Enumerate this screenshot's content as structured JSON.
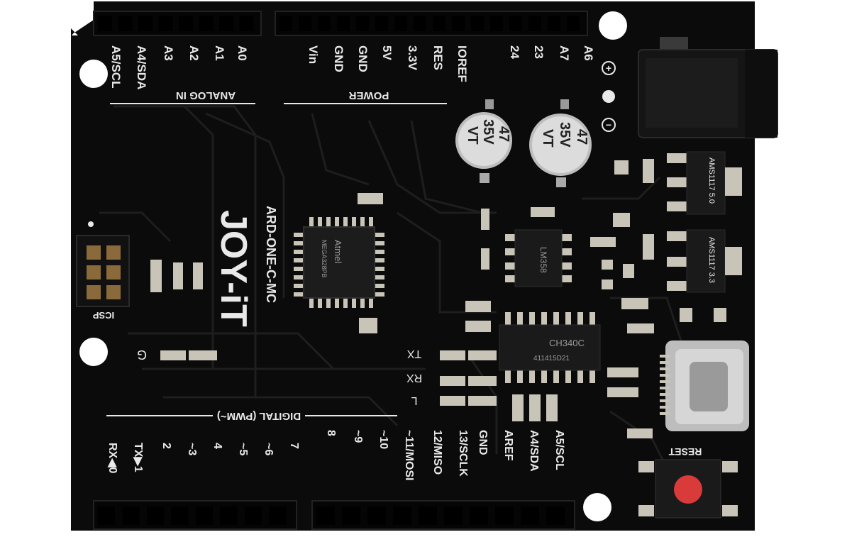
{
  "board": {
    "model": "ARD-ONE-C-MC",
    "brand": "JOY-iT",
    "mcu_brand": "Atmel",
    "mcu_part": "MEGA328PB",
    "usb_chip": "CH340C",
    "usb_chip_code": "411415D21",
    "opamp": "LM358",
    "regulator_5v": "AMS1117 5.0",
    "regulator_33v": "AMS1117 3.3",
    "cap_label": [
      "47",
      "35V",
      "VT"
    ],
    "icsp_label": "ICSP",
    "reset_label": "RESET",
    "analog_in_label": "ANALOG IN",
    "power_label": "POWER",
    "digital_label": "DIGITAL (PWM~)",
    "analog_pins": [
      "A0",
      "A1",
      "A2",
      "A3",
      "A4/SDA",
      "A5/SCL"
    ],
    "power_pins": [
      "Vin",
      "GND",
      "GND",
      "5V",
      "3.3V",
      "RES",
      "IOREF"
    ],
    "extra_pins": [
      "24",
      "23",
      "A7",
      "A6"
    ],
    "digital_pins_low": [
      "RX◀0",
      "TX▶1",
      "2",
      "~3",
      "4",
      "~5",
      "~6",
      "7"
    ],
    "digital_pins_high": [
      "8",
      "~9",
      "~10",
      "~11/MOSI",
      "12/MISO",
      "13/SCLK",
      "GND",
      "AREF",
      "A4/SDA",
      "A5/SCL"
    ],
    "leds": [
      "TX",
      "RX",
      "L"
    ],
    "polarity": [
      "+",
      "−"
    ],
    "power_led": "G"
  },
  "colors": {
    "pcb": "#0b0b0b",
    "silk": "#e9e9e9",
    "reset_button": "#d93a3a",
    "capacitor": "#cfcfcf"
  }
}
